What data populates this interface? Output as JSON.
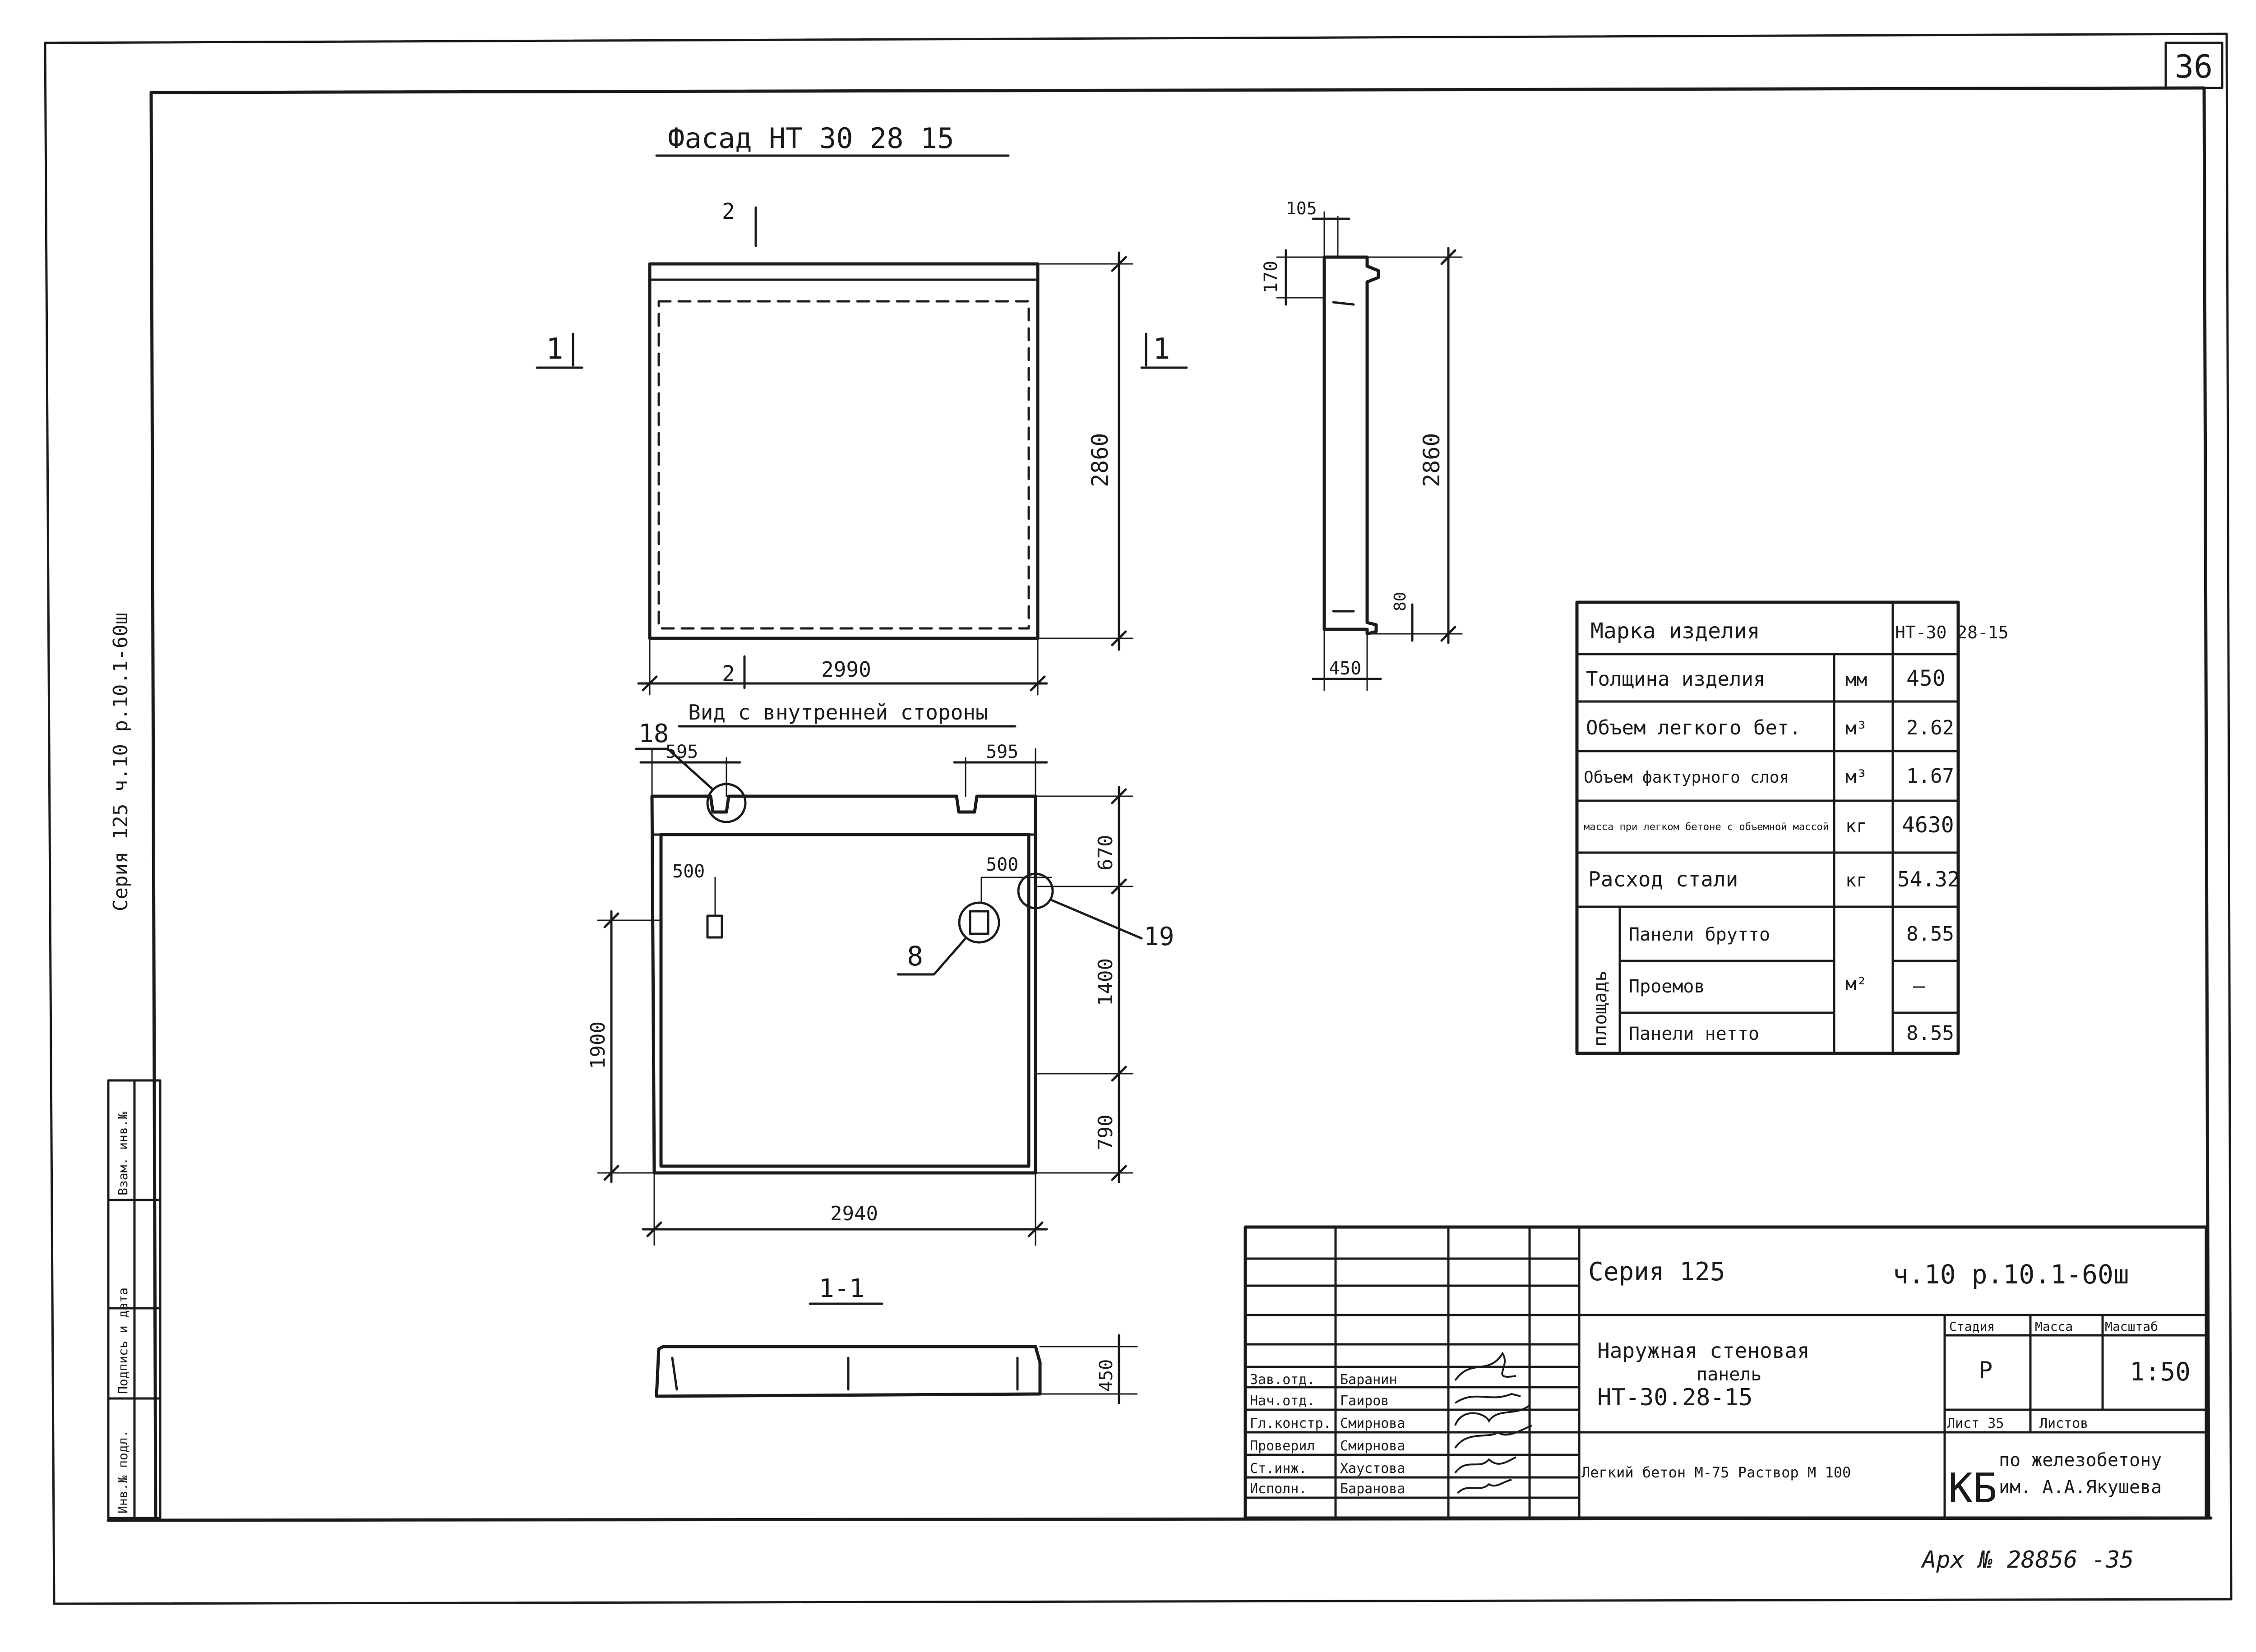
{
  "sheet": {
    "page_number": "36",
    "archive_no": "Арх № 28856 -35",
    "side_label": "Серия 125  ч.10 р.10.1-60ш"
  },
  "views": {
    "facade_title": "Фасад НТ 30 28 15",
    "inner_title": "Вид с внутренней стороны",
    "section_title": "1-1",
    "section_mark": "1",
    "cut_mark": "2"
  },
  "dims": {
    "facade_height": "2860",
    "facade_width": "2990",
    "side_thickness": "105",
    "side_top": "170",
    "side_height": "2860",
    "side_bottom": "80",
    "side_base": "450",
    "inner_left_notch": "595",
    "inner_right_notch": "595",
    "inner_top": "670",
    "inner_mid": "1400",
    "inner_low": "790",
    "inner_left": "1900",
    "inner_width": "2940",
    "inner_off_left": "500",
    "inner_off_right": "500",
    "section_depth": "450"
  },
  "callouts": {
    "c18": "18",
    "c19": "19",
    "c8": "8"
  },
  "spec_table": {
    "rows": [
      {
        "label": "Марка изделия",
        "unit": "",
        "value": "НТ-30 28-15"
      },
      {
        "label": "Толщина изделия",
        "unit": "мм",
        "value": "450"
      },
      {
        "label": "Объем легкого бет.",
        "unit": "м³",
        "value": "2.62"
      },
      {
        "label": "Объем фактурного слоя",
        "unit": "м³",
        "value": "1.67"
      },
      {
        "label": "масса при легком бетоне с объемной массой",
        "unit": "кг",
        "value": "4630"
      },
      {
        "label": "Расход стали",
        "unit": "кг",
        "value": "54.32"
      }
    ],
    "area_label": "площадь",
    "area_unit": "м²",
    "area_rows": [
      {
        "label": "Панели брутто",
        "value": "8.55"
      },
      {
        "label": "Проемов",
        "value": "—"
      },
      {
        "label": "Панели нетто",
        "value": "8.55"
      }
    ]
  },
  "title_block": {
    "series": "Серия 125",
    "doc_code": "ч.10 р.10.1-60ш",
    "title_lines": [
      "Наружная стеновая",
      "панель",
      "НТ-30.28-15"
    ],
    "material": "Легкий бетон М-75 Раствор М 100",
    "stage_label": "Стадия",
    "mass_label": "Масса",
    "scale_label": "Масштаб",
    "stage": "Р",
    "scale": "1:50",
    "sheet_label": "Лист 35",
    "sheets_label": "Листов",
    "org_mark": "КБ",
    "org_line1": "по железобетону",
    "org_line2": "им. А.А.Якушева",
    "roles": [
      {
        "role": "Зав.отд.",
        "name": "Баранин"
      },
      {
        "role": "Нач.отд.",
        "name": "Гаиров"
      },
      {
        "role": "Гл.констр.",
        "name": "Смирнова"
      },
      {
        "role": "Проверил",
        "name": "Смирнова"
      },
      {
        "role": "Ст.инж.",
        "name": "Хаустова"
      },
      {
        "role": "Исполн.",
        "name": "Баранова"
      }
    ]
  },
  "left_strip": [
    "Инв.№ подл.",
    "Подпись и дата",
    "Взам. инв.№"
  ]
}
